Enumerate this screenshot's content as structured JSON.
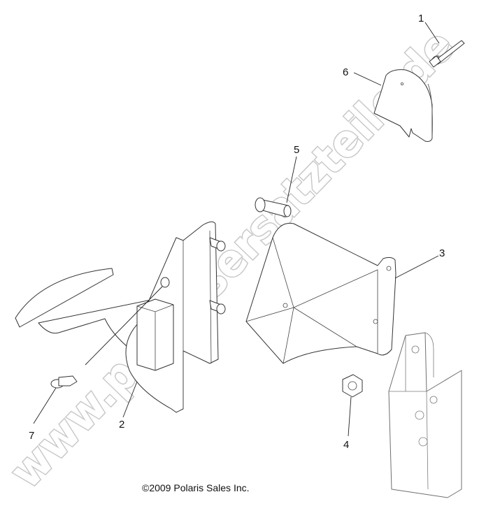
{
  "diagram": {
    "callouts": [
      "1",
      "2",
      "3",
      "4",
      "5",
      "6",
      "7"
    ],
    "watermark": "www.polarisersatzteile.de",
    "copyright": "©2009 Polaris Sales Inc.",
    "colors": {
      "line": "#333333",
      "watermark": "#c8c8c8",
      "background": "#ffffff"
    }
  }
}
